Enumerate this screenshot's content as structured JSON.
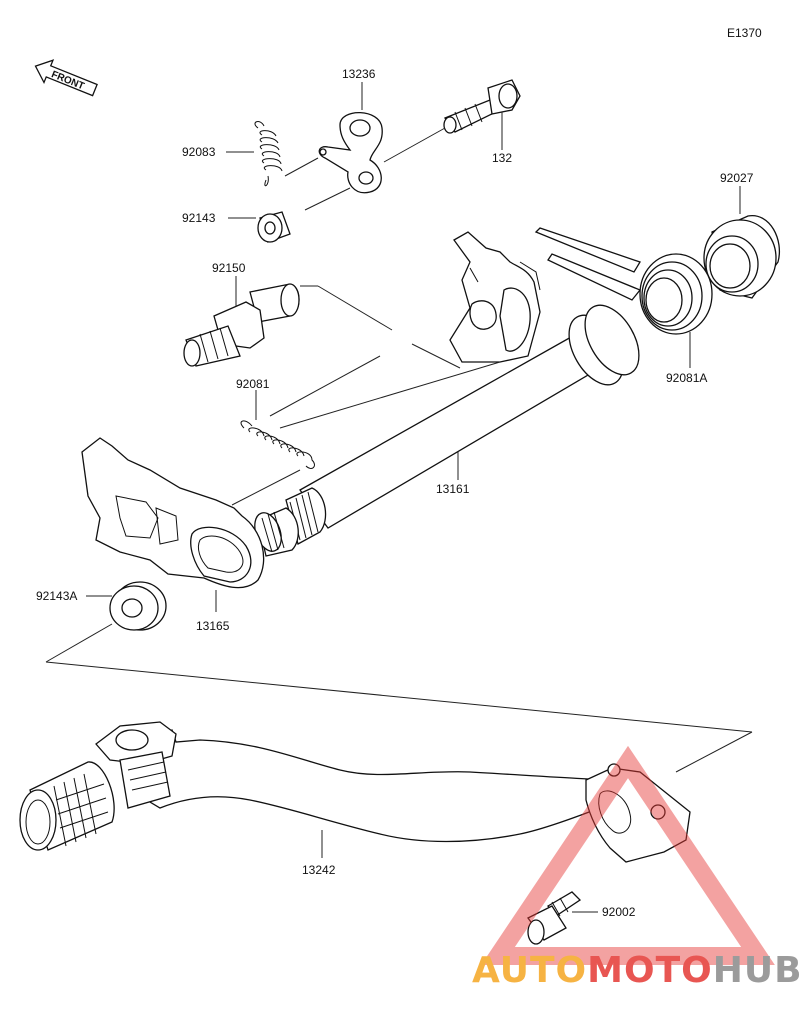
{
  "diagram": {
    "code": "E1370",
    "front_label": "FRONT",
    "parts": [
      {
        "id": "13236",
        "label": "13236"
      },
      {
        "id": "92083",
        "label": "92083"
      },
      {
        "id": "132",
        "label": "132"
      },
      {
        "id": "92143",
        "label": "92143"
      },
      {
        "id": "92027",
        "label": "92027"
      },
      {
        "id": "92150",
        "label": "92150"
      },
      {
        "id": "92081A",
        "label": "92081A"
      },
      {
        "id": "92081",
        "label": "92081"
      },
      {
        "id": "13161",
        "label": "13161"
      },
      {
        "id": "92143A",
        "label": "92143A"
      },
      {
        "id": "13165",
        "label": "13165"
      },
      {
        "id": "13242",
        "label": "13242"
      },
      {
        "id": "92002",
        "label": "92002"
      }
    ]
  },
  "watermark": {
    "part1": "AUTO",
    "part2": "MOTO",
    "part3": "HUB",
    "color_orange": "#f5a623",
    "color_red": "#e53935",
    "color_gray": "#8a8a8a"
  }
}
